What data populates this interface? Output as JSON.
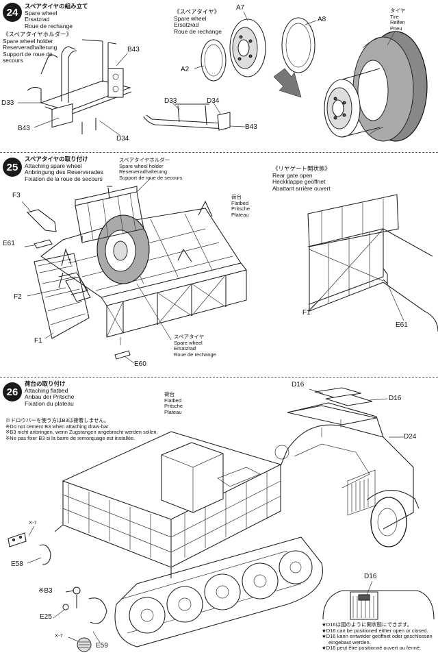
{
  "step24": {
    "number": "24",
    "title_jp": "スペアタイヤの組み立て",
    "title_lines": [
      "Spare wheel",
      "Ersatzrad",
      "Roue de rechange"
    ],
    "holder_jp": "《スペアタイヤホルダー》",
    "holder_lines": [
      "Spare wheel holder",
      "Reserveradhalterung",
      "Support de roue de",
      "secours"
    ],
    "tire_jp": "《スペアタイヤ》",
    "tire_lines": [
      "Spare wheel",
      "Ersatzrad",
      "Roue de rechange"
    ],
    "tyre_jp": "タイヤ",
    "tyre_lines": [
      "Tire",
      "Reifen",
      "Pneu"
    ],
    "labels": {
      "b43a": "B43",
      "d33a": "D33",
      "b43b": "B43",
      "d34a": "D34",
      "d33b": "D33",
      "d34b": "D34",
      "b43c": "B43",
      "a7": "A7",
      "a8": "A8",
      "a2": "A2"
    }
  },
  "step25": {
    "number": "25",
    "title_jp": "スペアタイヤの取り付け",
    "title_lines": [
      "Attaching spare wheel",
      "Anbringung des Reserverades",
      "Fixation de la roue de secours"
    ],
    "holder_jp": "スペアタイヤホルダー",
    "holder_lines": [
      "Spare wheel holder",
      "Reserveradhalterung",
      "Support de roue de secours"
    ],
    "flatbed_jp": "荷台",
    "flatbed_lines": [
      "Flatbed",
      "Pritsche",
      "Plateau"
    ],
    "spare_jp": "スペアタイヤ",
    "spare_lines": [
      "Spare wheel",
      "Ersatzrad",
      "Roue de rechange"
    ],
    "gate_jp": "《リヤゲート開状態》",
    "gate_lines": [
      "Rear gate open",
      "Heckklappe geöffnet",
      "Abattant arrière ouvert"
    ],
    "labels": {
      "f3": "F3",
      "e61a": "E61",
      "f2": "F2",
      "f1a": "F1",
      "e60": "E60",
      "f1b": "F1",
      "e61b": "E61"
    }
  },
  "step26": {
    "number": "26",
    "title_jp": "荷台の取り付け",
    "title_lines": [
      "Attaching flatbed",
      "Anbau der Pritsche",
      "Fixation du plateau"
    ],
    "note_lines": [
      "※ドロウバーを使う方はB3は接着しません。",
      "※Do not cement B3 when attaching draw-bar.",
      "※B3 nicht anbringen, wenn Zugstangen angebracht werden sollen.",
      "※Ne pas fixer B3 si la barre de remorquage est installée."
    ],
    "flatbed_jp": "荷台",
    "flatbed_lines": [
      "Flatbed",
      "Pritsche",
      "Plateau"
    ],
    "labels": {
      "d16a": "D16",
      "d16b": "D16",
      "d24": "D24",
      "x7a": "X-7",
      "e58": "E58",
      "b3": "※B3",
      "e25": "E25",
      "x7b": "X-7",
      "e59": "E59",
      "d16c": "D16"
    },
    "star_lines": [
      "★D16は図のように開状態にできます。",
      "★D16 can be positioned either open or closed.",
      "★D16 kann entweder geöffnet oder geschlossen",
      "eingebaut werden.",
      "★D16 peut être positionné ouvert ou fermé."
    ]
  }
}
